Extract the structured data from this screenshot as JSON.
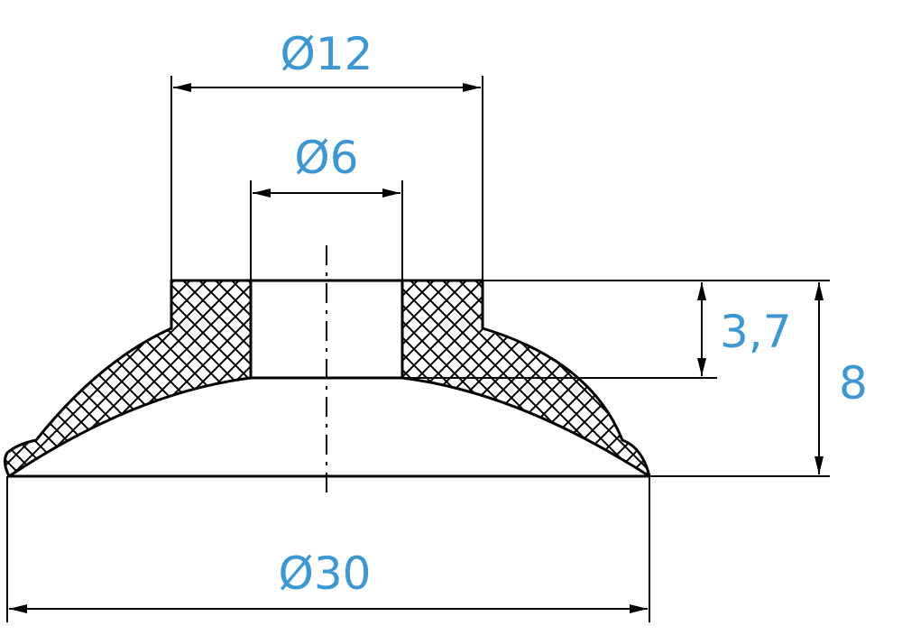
{
  "colors": {
    "dimension_text": "#3d97d3",
    "lines": "#000000",
    "background": "#ffffff"
  },
  "dimensions": {
    "outer_neck_diameter": "Ø12",
    "bore_diameter": "Ø6",
    "neck_height": "3,7",
    "total_height": "8",
    "base_diameter": "Ø30"
  }
}
